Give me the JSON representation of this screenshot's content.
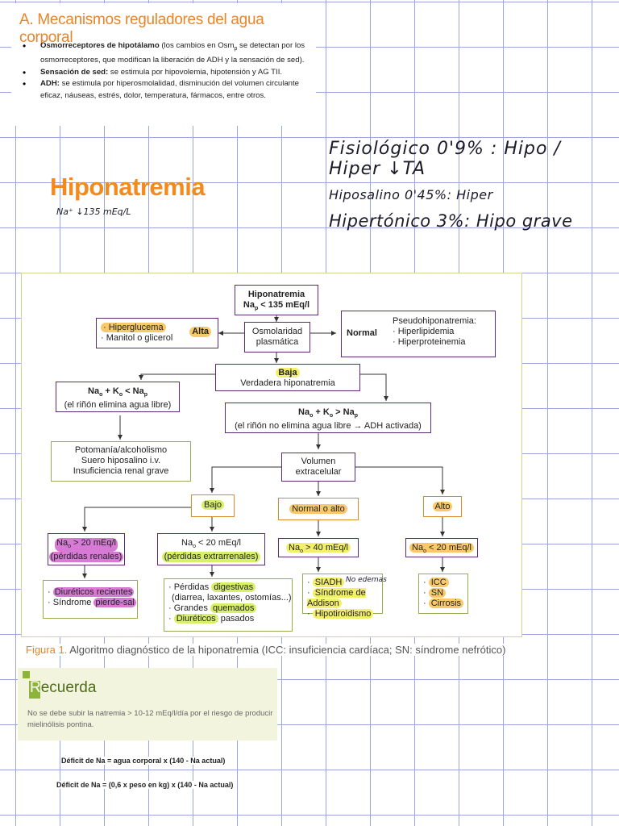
{
  "section": {
    "heading": "A. Mecanismos reguladores del agua corporal",
    "items": [
      {
        "title": "Osmorreceptores de hipotálamo",
        "text_before": " (los cambios en Osm",
        "sub": "p",
        "text_after": " se detectan por los osmorreceptores, que modifican la liberación de ADH y la sensación de sed)."
      },
      {
        "title": "Sensación de sed:",
        "text": " se estimula por hipovolemia, hipotensión y AG TII."
      },
      {
        "title": "ADH:",
        "text": " se estimula por hiperosmolalidad, disminución del volumen circulante eficaz, náuseas, estrés, dolor, temperatura, fármacos, entre otros."
      }
    ]
  },
  "title": "Hiponatremia",
  "handwriting": {
    "na_note": "Na⁺ ↓135 mEq/L",
    "line1": "Fisiológico 0'9% : Hipo / Hiper ↓TA",
    "line2": "Hiposalino 0'45%: Hiper",
    "line3": "Hipertónico 3%: Hipo grave"
  },
  "flow": {
    "root_1": "Hiponatremia",
    "root_2": "Na",
    "root_2_sub": "p",
    "root_2_rest": " < 135 mEq/l",
    "osm_1": "Osmolaridad",
    "osm_2": "plasmática",
    "alta": "Alta",
    "hyper_1": "· Hiperglucema",
    "hyper_2": "· Manitol o glicerol",
    "normal": "Normal",
    "pseudo_title": "Pseudohiponatremia:",
    "pseudo_1": "· Hiperlipidemia",
    "pseudo_2": "· Hiperproteinemia",
    "baja": "Baja",
    "verdadera": "Verdadera hiponatremia",
    "lt_formula": "Na",
    "lt_formula_sub1": "o",
    "lt_formula_mid": " + K",
    "lt_formula_sub2": "o",
    "lt_formula_end": " < Na",
    "lt_formula_sub3": "p",
    "lt_note": "(el riñón elimina agua libre)",
    "gt_formula": "Na",
    "gt_formula_sub1": "o",
    "gt_formula_mid": " + K",
    "gt_formula_sub2": "o",
    "gt_formula_end": " > Na",
    "gt_formula_sub3": "p",
    "gt_note": "(el riñón no elimina agua libre → ADH activada)",
    "poto_1": "Potomanía/alcoholismo",
    "poto_2": "Suero hiposalino i.v.",
    "poto_3": "Insuficiencia renal grave",
    "vol_1": "Volumen",
    "vol_2": "extracelular",
    "bajo": "Bajo",
    "normal_alto": "Normal o alto",
    "alto": "Alto",
    "r1_a": "Na",
    "r1_sub": "o",
    "r1_b": " > 20 mEq/l",
    "r1_c": "(pérdidas renales)",
    "r2_a": "Na",
    "r2_sub": "o",
    "r2_b": " < 20 mEq/l",
    "r2_c": "(pérdidas extrarrenales)",
    "r3_a": "Na",
    "r3_sub": "o",
    "r3_b": " > 40 mEq/l",
    "r4_a": "Na",
    "r4_sub": "o",
    "r4_b": " < 20 mEq/l",
    "d1_1": "Diuréticos recientes",
    "d1_2a": "Síndrome ",
    "d1_2b": "pierde-sal",
    "d2_1a": "· Pérdidas ",
    "d2_1b": "digestivas",
    "d2_2": "(diarrea, laxantes, ostomías...)",
    "d2_3a": "· Grandes ",
    "d2_3b": "quemados",
    "d2_4b": "Diuréticos",
    "d2_4c": " pasados",
    "d3_1": "SIADH",
    "d3_note": "No edemas",
    "d3_2": "Síndrome de Addison",
    "d3_3": "Hipotiroidismo",
    "d4_1": "ICC",
    "d4_2": "SN",
    "d4_3": "Cirrosis"
  },
  "caption": {
    "label": "Figura 1.",
    "text": " Algoritmo diagnóstico de la hiponatremia (ICC: insuficiencia cardíaca; SN: síndrome nefrótico)"
  },
  "recuerda": {
    "title_first": "R",
    "title_rest": "ecuerda",
    "text": "No se debe subir la natremia > 10-12 mEq/l/día por el riesgo de producir mielinólisis pontina."
  },
  "deficit": {
    "line1": "Déficit de Na = agua corporal x (140 - Na actual)",
    "line2": "Déficit de Na = (0,6 x peso en kg) x (140 - Na actual)"
  },
  "colors": {
    "accent_orange": "#f38a1c",
    "box_purple": "#5b2c73",
    "box_green": "#93ad54",
    "grid_blue": "#9aa6df"
  }
}
